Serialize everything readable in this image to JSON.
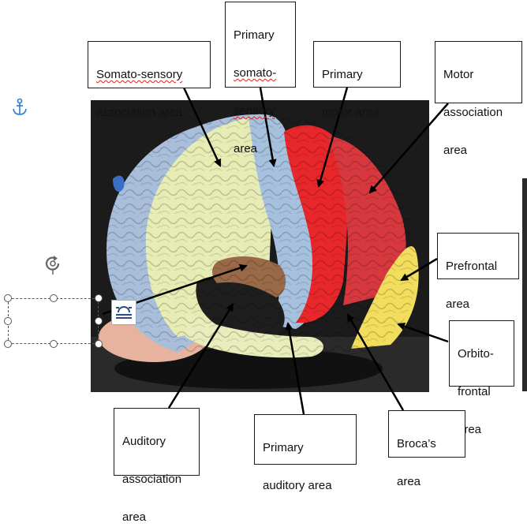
{
  "labels": {
    "somato_sensory_association": {
      "line1": "Somato-sensory",
      "line2": "association area"
    },
    "primary_somatosensory": {
      "line1": "Primary",
      "line2": "somato-",
      "line3": "sensory",
      "line4": "area"
    },
    "primary_motor": {
      "line1": "Primary",
      "line2": "motor area"
    },
    "motor_association": {
      "line1": "Motor",
      "line2": "association",
      "line3": "area"
    },
    "prefrontal": {
      "line1": "Prefrontal",
      "line2": "area"
    },
    "orbitofrontal": {
      "line1": "Orbito-",
      "line2": "frontal",
      "line3": "area"
    },
    "brocas": {
      "line1": "Broca’s",
      "line2": "area"
    },
    "primary_auditory": {
      "line1": "Primary",
      "line2": "auditory area"
    },
    "auditory_association": {
      "line1": "Auditory",
      "line2": "association",
      "line3": "area"
    }
  },
  "icons": {
    "anchor": "anchor-icon",
    "rotate": "rotate-handle-icon",
    "layout": "layout-options-icon"
  },
  "colors": {
    "somatosensory_association": "#e6ecb4",
    "primary_somatosensory": "#a8c0dc",
    "primary_motor": "#e8282a",
    "motor_association": "#d84048",
    "prefrontal": "#f2e060",
    "auditory_association": "#1e1e1e",
    "primary_auditory_brown": "#9a6a48",
    "background": "#1a1a1a"
  }
}
